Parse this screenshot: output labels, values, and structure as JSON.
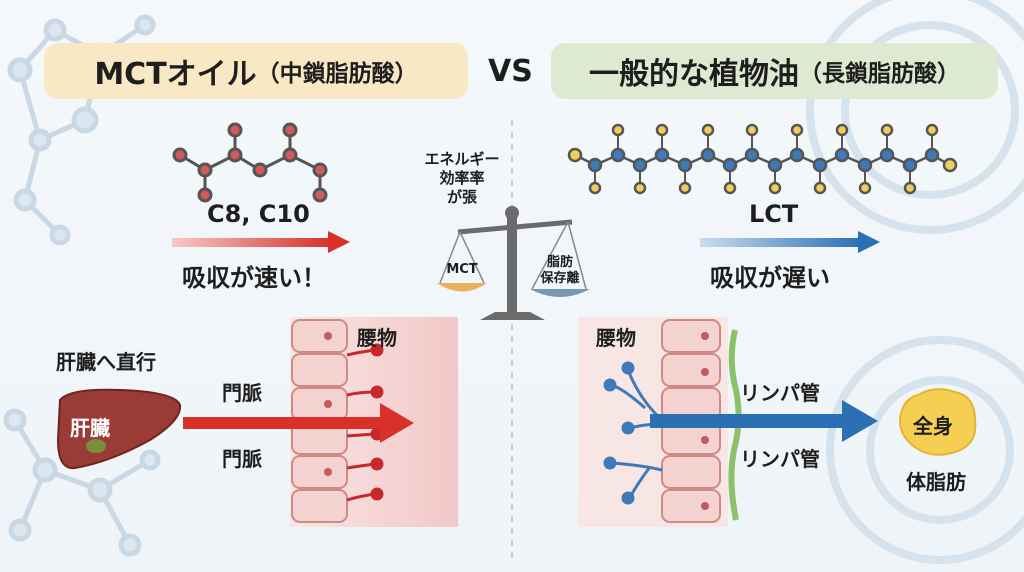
{
  "title_left": {
    "main": "MCTオイル",
    "sub": "（中鎖脂肪酸）"
  },
  "vs": "VS",
  "title_right": {
    "main": "一般的な植物油",
    "sub": "（長鎖脂肪酸）"
  },
  "left": {
    "formula": "C8, C10",
    "absorption": "吸収が速い！",
    "liver_label": "肝臓へ直行",
    "liver_organ": "肝臓",
    "portal_vein_1": "門脈",
    "portal_vein_2": "門脈",
    "intestine_label": "腰物"
  },
  "center": {
    "energy_label": "エネルギー\n効率率\nが張",
    "scale_left": "MCT",
    "scale_right": "脂肪\n保存離"
  },
  "right": {
    "formula": "LCT",
    "absorption": "吸収が遅い",
    "intestine_label": "腰物",
    "lymph_1": "リンパ管",
    "lymph_2": "リンパ管",
    "whole_body": "全身",
    "body_fat": "体脂肪"
  },
  "colors": {
    "mct_pill": "#f8e9c4",
    "lct_pill": "#dde9d0",
    "mct_arrow": "#d9302a",
    "lct_arrow": "#2b6fb4",
    "atom_red": "#d25a5a",
    "atom_blue": "#3e79b8",
    "atom_yellow": "#f2cd5d"
  }
}
